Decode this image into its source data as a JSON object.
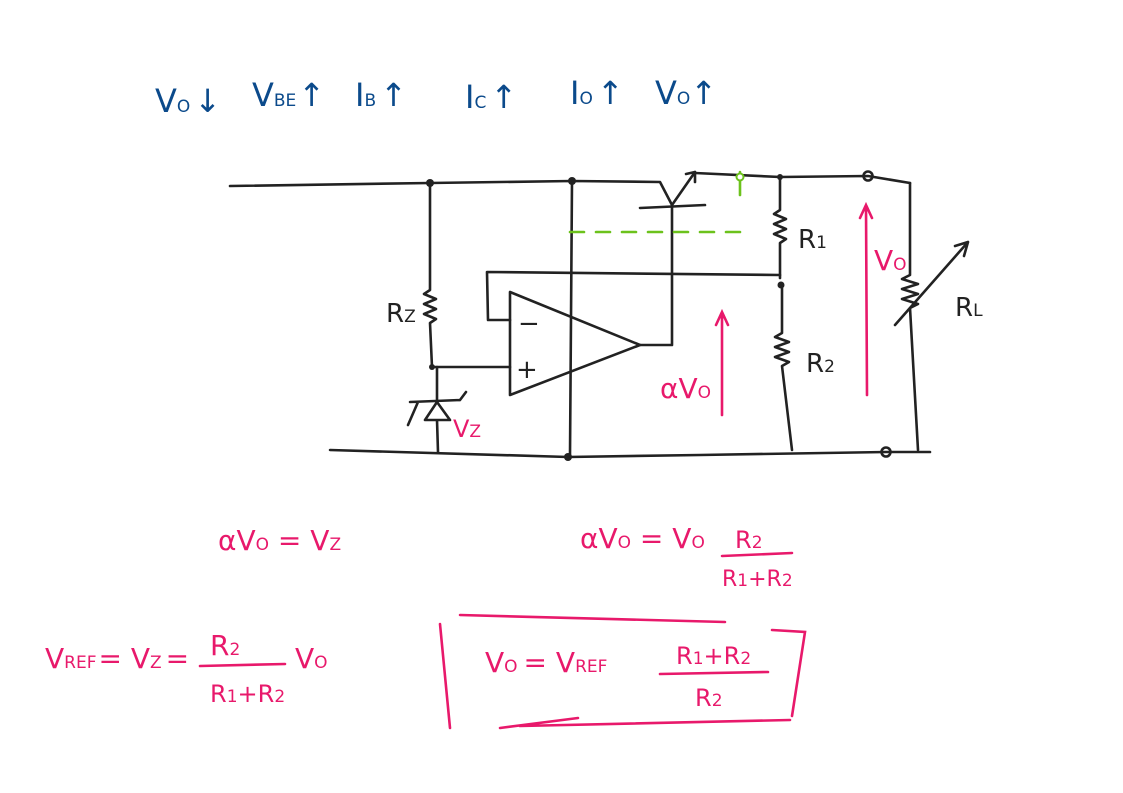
{
  "colors": {
    "ink": "#222222",
    "blue": "#0b4a8b",
    "pink": "#e8196b",
    "green": "#6cc21c"
  },
  "top_chain": [
    {
      "sym": "V",
      "sub": "O",
      "arrow": "↓"
    },
    {
      "sym": "V",
      "sub": "BE",
      "arrow": "↑"
    },
    {
      "sym": "I",
      "sub": "B",
      "arrow": "↑"
    },
    {
      "sym": "I",
      "sub": "C",
      "arrow": "↑"
    },
    {
      "sym": "I",
      "sub": "O",
      "arrow": "↑"
    },
    {
      "sym": "V",
      "sub": "O",
      "arrow": "↑"
    }
  ],
  "circuit": {
    "r1": {
      "sym": "R",
      "sub": "1"
    },
    "r2": {
      "sym": "R",
      "sub": "2"
    },
    "rz": {
      "sym": "R",
      "sub": "Z"
    },
    "rl": {
      "sym": "R",
      "sub": "L"
    },
    "vz": {
      "sym": "V",
      "sub": "Z"
    },
    "opamp_minus": "−",
    "opamp_plus": "+",
    "alpha_vo": {
      "sym": "αV",
      "sub": "O"
    },
    "vo": {
      "sym": "V",
      "sub": "O"
    }
  },
  "equations": {
    "eq1": {
      "lhs": "αV",
      "lhs_sub": "O",
      "eq": " = V",
      "rhs_sub": "Z"
    },
    "eq2": {
      "lhs": "αV",
      "lhs_sub": "O",
      "mid": " = V",
      "mid_sub": "O",
      "num": "R",
      "num_sub": "2",
      "den1": "R",
      "den1_sub": "1",
      "den_plus": "+R",
      "den2_sub": "2"
    },
    "eq3": {
      "a": "V",
      "a_sub": "REF",
      "b": "= V",
      "b_sub": "Z",
      "c": "=",
      "num": "R",
      "num_sub": "2",
      "den1": "R",
      "den1_sub": "1",
      "den_plus": "+R",
      "den2_sub": "2",
      "tail": "V",
      "tail_sub": "O"
    },
    "eq4": {
      "a": "V",
      "a_sub": "O",
      "b": "=  V",
      "b_sub": "REF",
      "num1": "R",
      "num1_sub": "1",
      "num_plus": "+R",
      "num2_sub": "2",
      "den": "R",
      "den_sub": "2"
    }
  }
}
